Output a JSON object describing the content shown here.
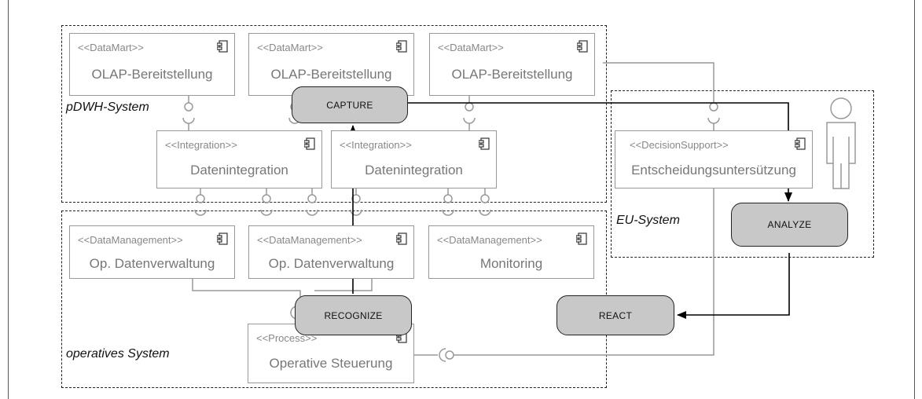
{
  "groups": {
    "pdwh": "pDWH-System",
    "eu": "EU-System",
    "op": "operatives System"
  },
  "components": [
    {
      "stereotype": "<<DataMart>>",
      "name": "OLAP-Bereitstellung"
    },
    {
      "stereotype": "<<DataMart>>",
      "name": "OLAP-Bereitstellung"
    },
    {
      "stereotype": "<<DataMart>>",
      "name": "OLAP-Bereitstellung"
    },
    {
      "stereotype": "<<Integration>>",
      "name": "Datenintegration"
    },
    {
      "stereotype": "<<Integration>>",
      "name": "Datenintegration"
    },
    {
      "stereotype": "<<DecisionSupport>>",
      "name": "Entscheidungsuntersützung"
    },
    {
      "stereotype": "<<DataManagement>>",
      "name": "Op. Datenverwaltung"
    },
    {
      "stereotype": "<<DataManagement>>",
      "name": "Op. Datenverwaltung"
    },
    {
      "stereotype": "<<DataManagement>>",
      "name": "Monitoring"
    },
    {
      "stereotype": "<<Process>>",
      "name": "Operative Steuerung"
    }
  ],
  "actions": {
    "capture": "CAPTURE",
    "analyze": "ANALYZE",
    "react": "REACT",
    "recognize": "RECOGNIZE"
  }
}
